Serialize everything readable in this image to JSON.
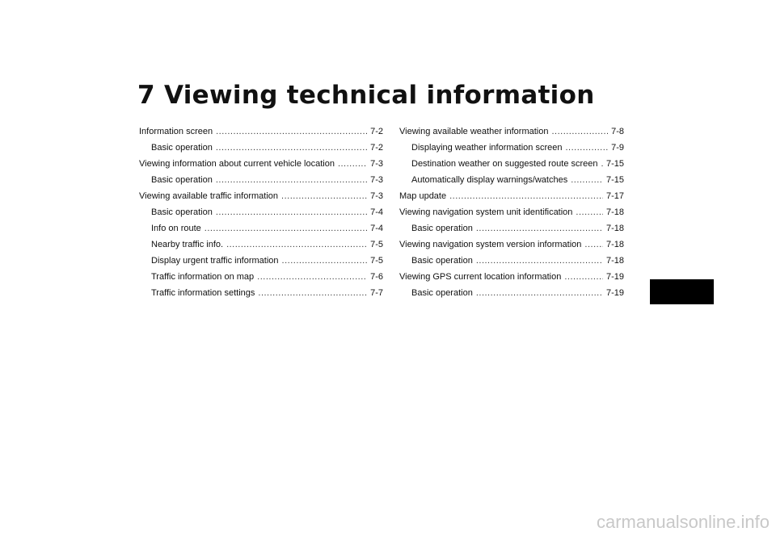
{
  "chapter": {
    "title": "7 Viewing technical information"
  },
  "toc": {
    "left": [
      {
        "text": "Information screen",
        "page": "7-2",
        "level": 0
      },
      {
        "text": "Basic operation",
        "page": "7-2",
        "level": 1
      },
      {
        "text": "Viewing information about current vehicle location",
        "page": "7-3",
        "level": 0
      },
      {
        "text": "Basic operation",
        "page": "7-3",
        "level": 1
      },
      {
        "text": "Viewing available traffic information",
        "page": "7-3",
        "level": 0
      },
      {
        "text": "Basic operation",
        "page": "7-4",
        "level": 1
      },
      {
        "text": "Info on route",
        "page": "7-4",
        "level": 1
      },
      {
        "text": "Nearby traffic info.",
        "page": "7-5",
        "level": 1
      },
      {
        "text": "Display urgent traffic information",
        "page": "7-5",
        "level": 1
      },
      {
        "text": "Traffic information on map",
        "page": "7-6",
        "level": 1
      },
      {
        "text": "Traffic information settings",
        "page": "7-7",
        "level": 1
      }
    ],
    "right": [
      {
        "text": "Viewing available weather information",
        "page": "7-8",
        "level": 0
      },
      {
        "text": "Displaying weather information screen",
        "page": "7-9",
        "level": 1
      },
      {
        "text": "Destination weather on suggested route screen",
        "page": "7-15",
        "level": 1
      },
      {
        "text": "Automatically display warnings/watches",
        "page": "7-15",
        "level": 1
      },
      {
        "text": "Map update",
        "page": "7-17",
        "level": 0
      },
      {
        "text": "Viewing navigation system unit identification",
        "page": "7-18",
        "level": 0
      },
      {
        "text": "Basic operation",
        "page": "7-18",
        "level": 1
      },
      {
        "text": "Viewing navigation system version information",
        "page": "7-18",
        "level": 0
      },
      {
        "text": "Basic operation",
        "page": "7-18",
        "level": 1
      },
      {
        "text": "Viewing GPS current location information",
        "page": "7-19",
        "level": 0
      },
      {
        "text": "Basic operation",
        "page": "7-19",
        "level": 1
      }
    ]
  },
  "watermark": {
    "text": "carmanualsonline.info"
  }
}
